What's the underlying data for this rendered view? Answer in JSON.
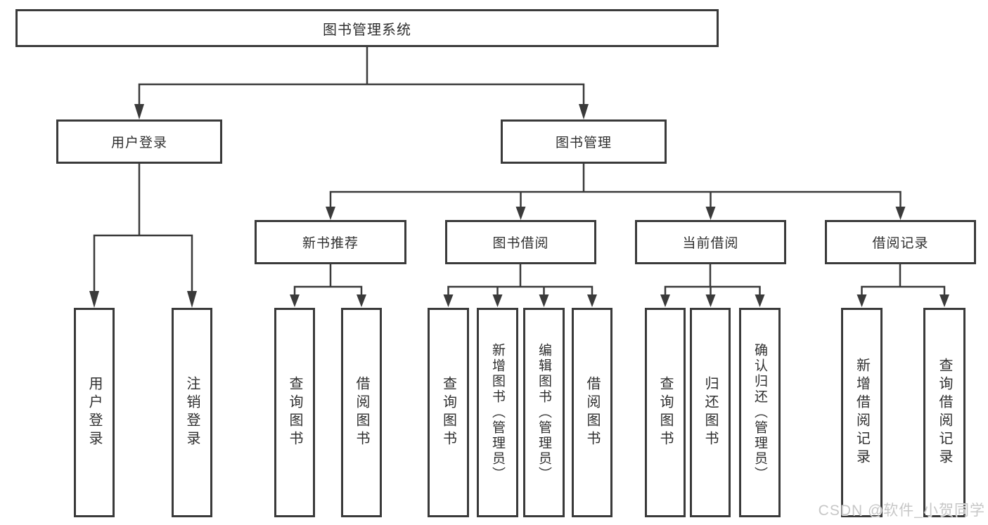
{
  "diagram": {
    "title": "图书管理系统",
    "type": "hierarchy-tree",
    "tree": {
      "label": "图书管理系统",
      "children": [
        {
          "label": "用户登录",
          "children": [
            {
              "label": "用户登录"
            },
            {
              "label": "注销登录"
            }
          ]
        },
        {
          "label": "图书管理",
          "children": [
            {
              "label": "新书推荐",
              "children": [
                {
                  "label": "查询图书"
                },
                {
                  "label": "借阅图书"
                }
              ]
            },
            {
              "label": "图书借阅",
              "children": [
                {
                  "label": "查询图书"
                },
                {
                  "label": "新增图书（管理员）"
                },
                {
                  "label": "编辑图书（管理员）"
                },
                {
                  "label": "借阅图书"
                }
              ]
            },
            {
              "label": "当前借阅",
              "children": [
                {
                  "label": "查询图书"
                },
                {
                  "label": "归还图书"
                },
                {
                  "label": "确认归还（管理员）"
                }
              ]
            },
            {
              "label": "借阅记录",
              "children": [
                {
                  "label": "新增借阅记录"
                },
                {
                  "label": "查询借阅记录"
                }
              ]
            }
          ]
        }
      ]
    },
    "colors": {
      "line": "#3a3a3a",
      "box_border": "#3a3a3a",
      "box_background": "#ffffff",
      "text": "#2f2f2f",
      "background": "#ffffff"
    }
  },
  "watermark": {
    "text": "CSDN @软件_小贺同学",
    "color": "#c7c7c7"
  }
}
